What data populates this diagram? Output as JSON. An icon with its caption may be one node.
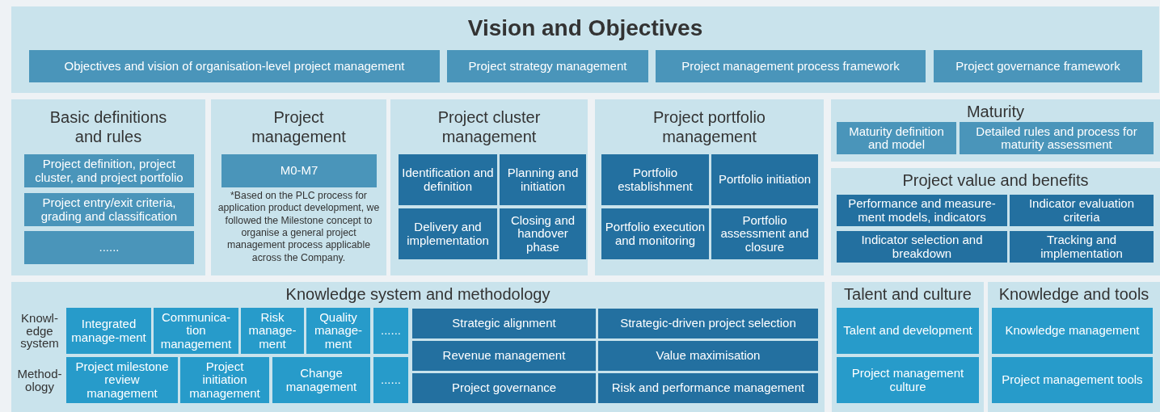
{
  "diagram": {
    "nodes": [
      {
        "text": [
          "Vision and Objectives"
        ]
      },
      {
        "text": [
          "Objectives and vision of organisation-level project management"
        ],
        "in": 0
      },
      {
        "text": [
          "Project strategy management"
        ],
        "in": 0
      },
      {
        "text": [
          "Project management process framework"
        ],
        "in": 0
      },
      {
        "text": [
          "Project governance framework"
        ],
        "in": 0
      },
      {
        "text": [
          "Basic definitions and rules"
        ]
      },
      {
        "text": [
          "Project definition, project cluster, and project portfolio"
        ],
        "in": 5
      },
      {
        "text": [
          "Project entry/exit criteria, grading and classification"
        ],
        "in": 5
      },
      {
        "text": [
          "......"
        ],
        "in": 5
      },
      {
        "text": [
          "Project management",
          "*Based on the PLC process for application product development, we followed the Milestone concept to organise a general project management process applicable across the Company."
        ]
      },
      {
        "text": [
          "M0-M7"
        ],
        "in": 9
      },
      {
        "text": [
          "Project cluster management"
        ]
      },
      {
        "text": [
          "Identification and definition"
        ],
        "in": 11
      },
      {
        "text": [
          "Planning and initiation"
        ],
        "in": 11
      },
      {
        "text": [
          "Delivery and implementation"
        ],
        "in": 11
      },
      {
        "text": [
          "Closing and handover phase"
        ],
        "in": 11
      },
      {
        "text": [
          "Project portfolio management"
        ]
      },
      {
        "text": [
          "Portfolio establishment"
        ],
        "in": 16
      },
      {
        "text": [
          "Portfolio initiation"
        ],
        "in": 16
      },
      {
        "text": [
          "Portfolio execution and monitoring"
        ],
        "in": 16
      },
      {
        "text": [
          "Portfolio assessment and closure"
        ],
        "in": 16
      },
      {
        "text": [
          "Maturity"
        ]
      },
      {
        "text": [
          "Maturity definition and model"
        ],
        "in": 21
      },
      {
        "text": [
          "Detailed rules and process for maturity assessment"
        ],
        "in": 21
      },
      {
        "text": [
          "Project value and benefits"
        ]
      },
      {
        "text": [
          "Performance and measure-ment models, indicators"
        ],
        "in": 24
      },
      {
        "text": [
          "Indicator evaluation criteria"
        ],
        "in": 24
      },
      {
        "text": [
          "Indicator selection and breakdown"
        ],
        "in": 24
      },
      {
        "text": [
          "Tracking and implementation"
        ],
        "in": 24
      },
      {
        "text": [
          "Knowledge system and methodology"
        ]
      },
      {
        "text": [
          "Integrated manage-ment"
        ],
        "in": 29
      },
      {
        "text": [
          "Communica-tion management"
        ],
        "in": 29
      },
      {
        "text": [
          "Risk manage-ment"
        ],
        "in": 29
      },
      {
        "text": [
          "Quality manage-ment"
        ],
        "in": 29
      },
      {
        "text": [
          "......"
        ],
        "in": 29
      },
      {
        "text": [
          "Project milestone review management"
        ],
        "in": 29
      },
      {
        "text": [
          "Project initiation management"
        ],
        "in": 29
      },
      {
        "text": [
          "Change management"
        ],
        "in": 29
      },
      {
        "text": [
          "......"
        ],
        "in": 29
      },
      {
        "text": [
          "Strategic alignment"
        ],
        "in": 29
      },
      {
        "text": [
          "Strategic-driven project selection"
        ],
        "in": 29
      },
      {
        "text": [
          "Revenue management"
        ],
        "in": 29
      },
      {
        "text": [
          "Value maximisation"
        ],
        "in": 29
      },
      {
        "text": [
          "Project governance"
        ],
        "in": 29
      },
      {
        "text": [
          "Risk and performance management"
        ],
        "in": 29
      },
      {
        "text": [
          "Talent and culture"
        ]
      },
      {
        "text": [
          "Talent and development"
        ],
        "in": 45
      },
      {
        "text": [
          "Project management culture"
        ],
        "in": 45
      },
      {
        "text": [
          "Knowledge and tools"
        ]
      },
      {
        "text": [
          "Knowledge management"
        ],
        "in": 48
      },
      {
        "text": [
          "Project management tools"
        ],
        "in": 48
      }
    ],
    "labels": [
      "Knowl-edge system",
      "Method-ology"
    ]
  }
}
